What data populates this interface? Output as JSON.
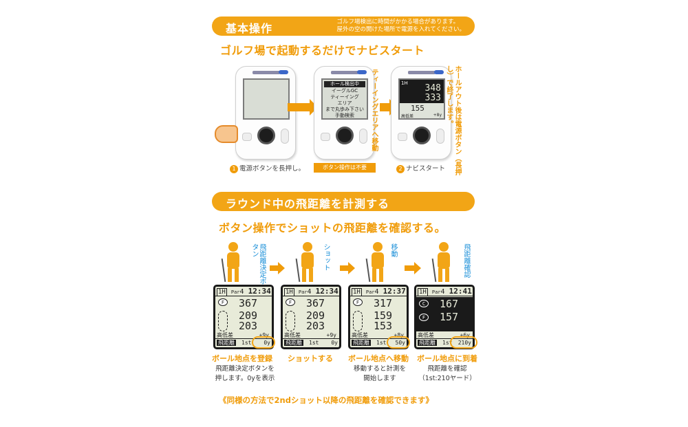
{
  "section1": {
    "title": "基本操作",
    "note_line1": "ゴルフ場検出に時間がかかる場合があります。",
    "note_line2": "屋外の空の開けた場所で電源を入れてください。",
    "subtitle": "ゴルフ場で起動するだけでナビスタート",
    "screen2_menu": [
      "ホール検出中",
      "イーグルGC",
      "ティーイング",
      "エリア",
      "まで丸歩み下さい",
      "手動検索"
    ],
    "screen3": {
      "hole": "1H",
      "d1": "348",
      "d2": "333",
      "d3": "155",
      "elev_label": "高低差",
      "elev": "+8y"
    },
    "vertical_text_1": "ティーイングエリアへ移動",
    "vertical_text_2": "ホールアウト後は電源ボタン（長押し）で終了します。",
    "caption1_num": "1",
    "caption1": "電源ボタンを長押し。",
    "caption_box": "ボタン操作は不要",
    "caption2_num": "2",
    "caption2": "ナビスタート"
  },
  "section2": {
    "title": "ラウンド中の飛距離を計測する",
    "subtitle": "ボタン操作でショットの飛距離を確認する。",
    "figure_labels": [
      "飛距離決定ボタン",
      "ショット",
      "移動",
      "飛距離確認"
    ],
    "screens": [
      {
        "hole": "1H",
        "par": "Par",
        "par_num": "4",
        "time": "12:34",
        "d_top": "367",
        "d_mid": "209",
        "d_bot": "203",
        "elev_label": "高低差",
        "elev": "+9y",
        "flight_label": "飛距離",
        "shot": "1st",
        "flight": "0y"
      },
      {
        "hole": "1H",
        "par": "Par",
        "par_num": "4",
        "time": "12:34",
        "d_top": "367",
        "d_mid": "209",
        "d_bot": "203",
        "elev_label": "高低差",
        "elev": "+9y",
        "flight_label": "飛距離",
        "shot": "1st",
        "flight": "0y"
      },
      {
        "hole": "1H",
        "par": "Par",
        "par_num": "4",
        "time": "12:37",
        "d_top": "317",
        "d_mid": "159",
        "d_bot": "153",
        "elev_label": "高低差",
        "elev": "+8y",
        "flight_label": "飛距離",
        "shot": "1st",
        "flight": "50y"
      },
      {
        "hole": "1H",
        "par": "Par",
        "par_num": "4",
        "time": "12:41",
        "d_top": "167",
        "d_bot": "157",
        "elev_label": "高低差",
        "elev": "+6y",
        "flight_label": "飛距離",
        "shot": "1st",
        "flight": "210y"
      }
    ],
    "steps": [
      {
        "label": "ボール地点を登録",
        "desc1": "飛距離決定ボタンを",
        "desc2": "押します。0yを表示"
      },
      {
        "label": "ショットする",
        "desc1": "",
        "desc2": ""
      },
      {
        "label": "ボール地点へ移動",
        "desc1": "移動すると計測を",
        "desc2": "開始します"
      },
      {
        "label": "ボール地点に到着",
        "desc1": "飛距離を確認",
        "desc2": "（1st:210ヤード）"
      }
    ],
    "footer": "《同様の方法で2ndショット以降の飛距離を確認できます》"
  },
  "colors": {
    "accent": "#f2a516",
    "label_blue": "#1a8fd8",
    "lcd_bg": "#e8ebd9"
  },
  "icons": [
    "hand-icon",
    "golfer-icon",
    "arrow-right-icon",
    "pin-icon",
    "bluetooth-icon"
  ]
}
